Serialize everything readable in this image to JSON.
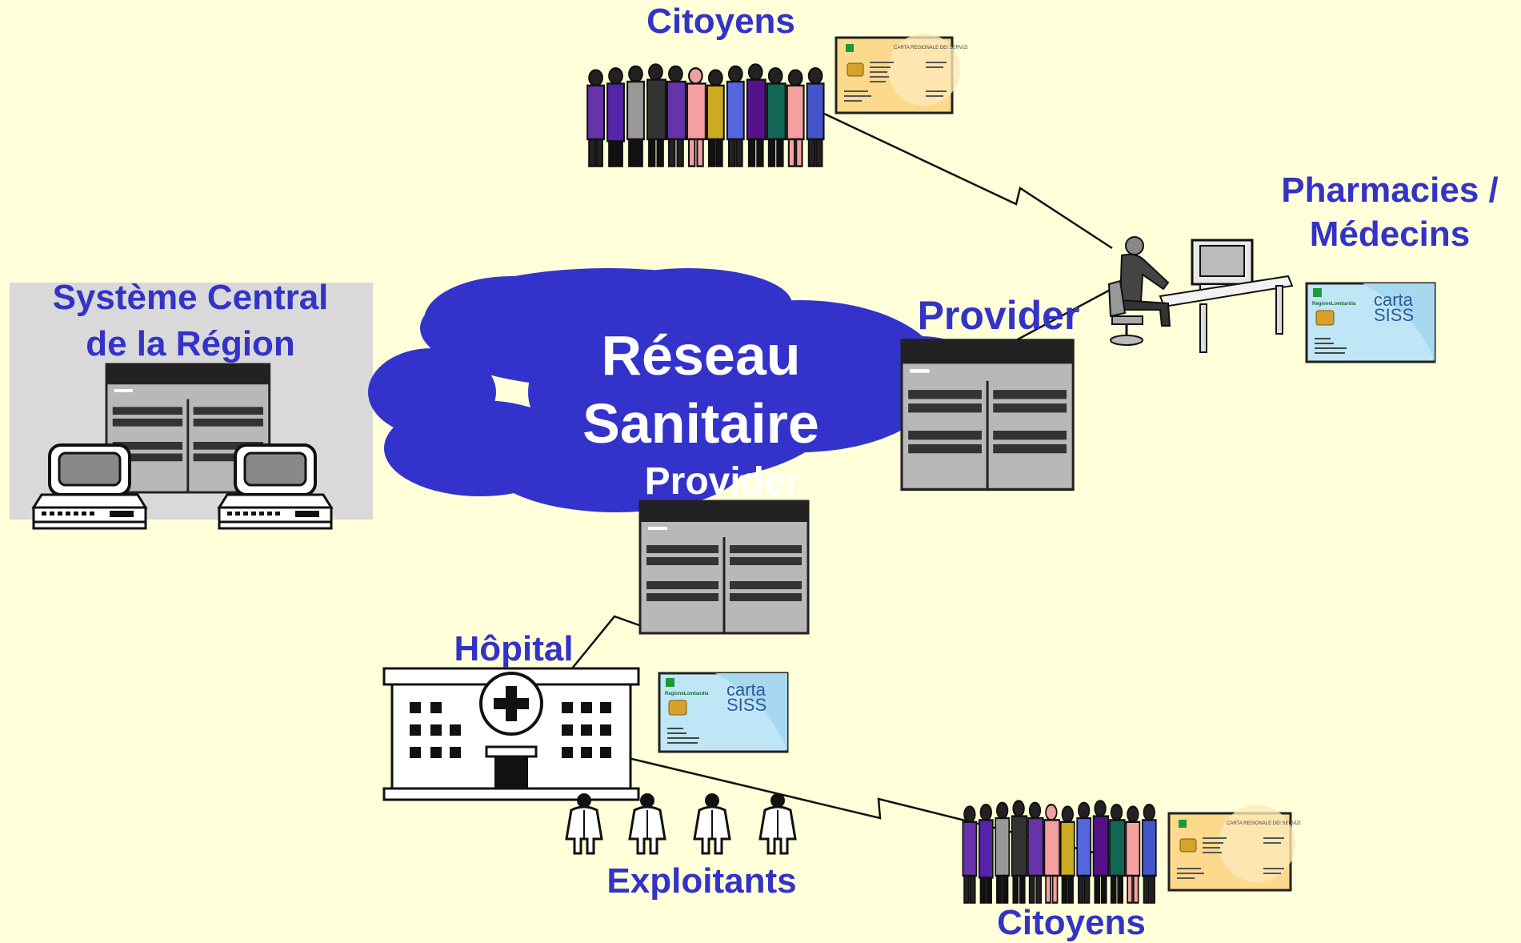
{
  "labels": {
    "citoyens_top": "Citoyens",
    "citoyens_bottom": "Citoyens",
    "pharmacies_line1": "Pharmacies /",
    "pharmacies_line2": "Médecins",
    "systeme_line1": "Système Central",
    "systeme_line2": "de la Région",
    "provider_right": "Provider",
    "provider_center": "Provider",
    "reseau_line1": "Réseau",
    "reseau_line2": "Sanitaire",
    "hopital": "Hôpital",
    "exploitants": "Exploitants"
  },
  "cards": {
    "carta_line1": "carta",
    "carta_line2": "SISS",
    "crs_title": "CARTA REGIONALE DEI SERVIZI",
    "brand": "RegioneLombardia"
  },
  "colors": {
    "background": "#ffffd9",
    "label": "#3333c8",
    "cloud": "#3333cc",
    "panel": "#d9d9d9"
  },
  "icons": [
    "crowd-icon",
    "smart-card-icon",
    "mainframe-icon",
    "terminal-icon",
    "workstation-user-icon",
    "hospital-icon",
    "doctor-icon",
    "network-cloud"
  ]
}
